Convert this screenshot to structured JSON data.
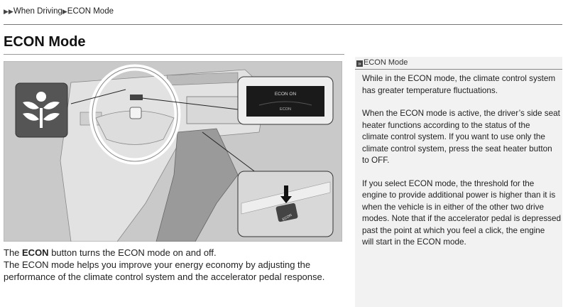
{
  "breadcrumb": {
    "arrows": "▶▶",
    "section": "When Driving",
    "separator": "▶",
    "page": "ECON Mode"
  },
  "title": "ECON Mode",
  "illustration": {
    "display_text_top": "ECON ON",
    "display_text_bottom": "ECON",
    "button_label": "ECON",
    "icon": "econ-leaf-icon"
  },
  "body": {
    "line1_pre": "The ",
    "line1_bold": "ECON",
    "line1_post": " button turns the ECON mode on and off.",
    "line2": "The ECON mode helps you improve your energy economy by adjusting the",
    "line3": "performance of the climate control system and the accelerator pedal response."
  },
  "sidebar": {
    "marker": "»",
    "heading": "ECON Mode",
    "paragraphs": [
      [
        "While in the ECON mode, the climate control system",
        "has greater temperature fluctuations."
      ],
      [
        "When the ECON mode is active, the driver’s side seat",
        "heater functions according to the status of the",
        "climate control system. If you want to use only the",
        "climate control system, press the seat heater button",
        "to OFF."
      ],
      [
        "If you select ECON mode, the threshold for the",
        "engine to provide additional power is higher than it is",
        "when the vehicle is in either of the other two drive",
        "modes. Note that if the accelerator pedal is depressed",
        "past the point at which you feel a click, the engine",
        "will start in the ECON mode."
      ]
    ]
  }
}
